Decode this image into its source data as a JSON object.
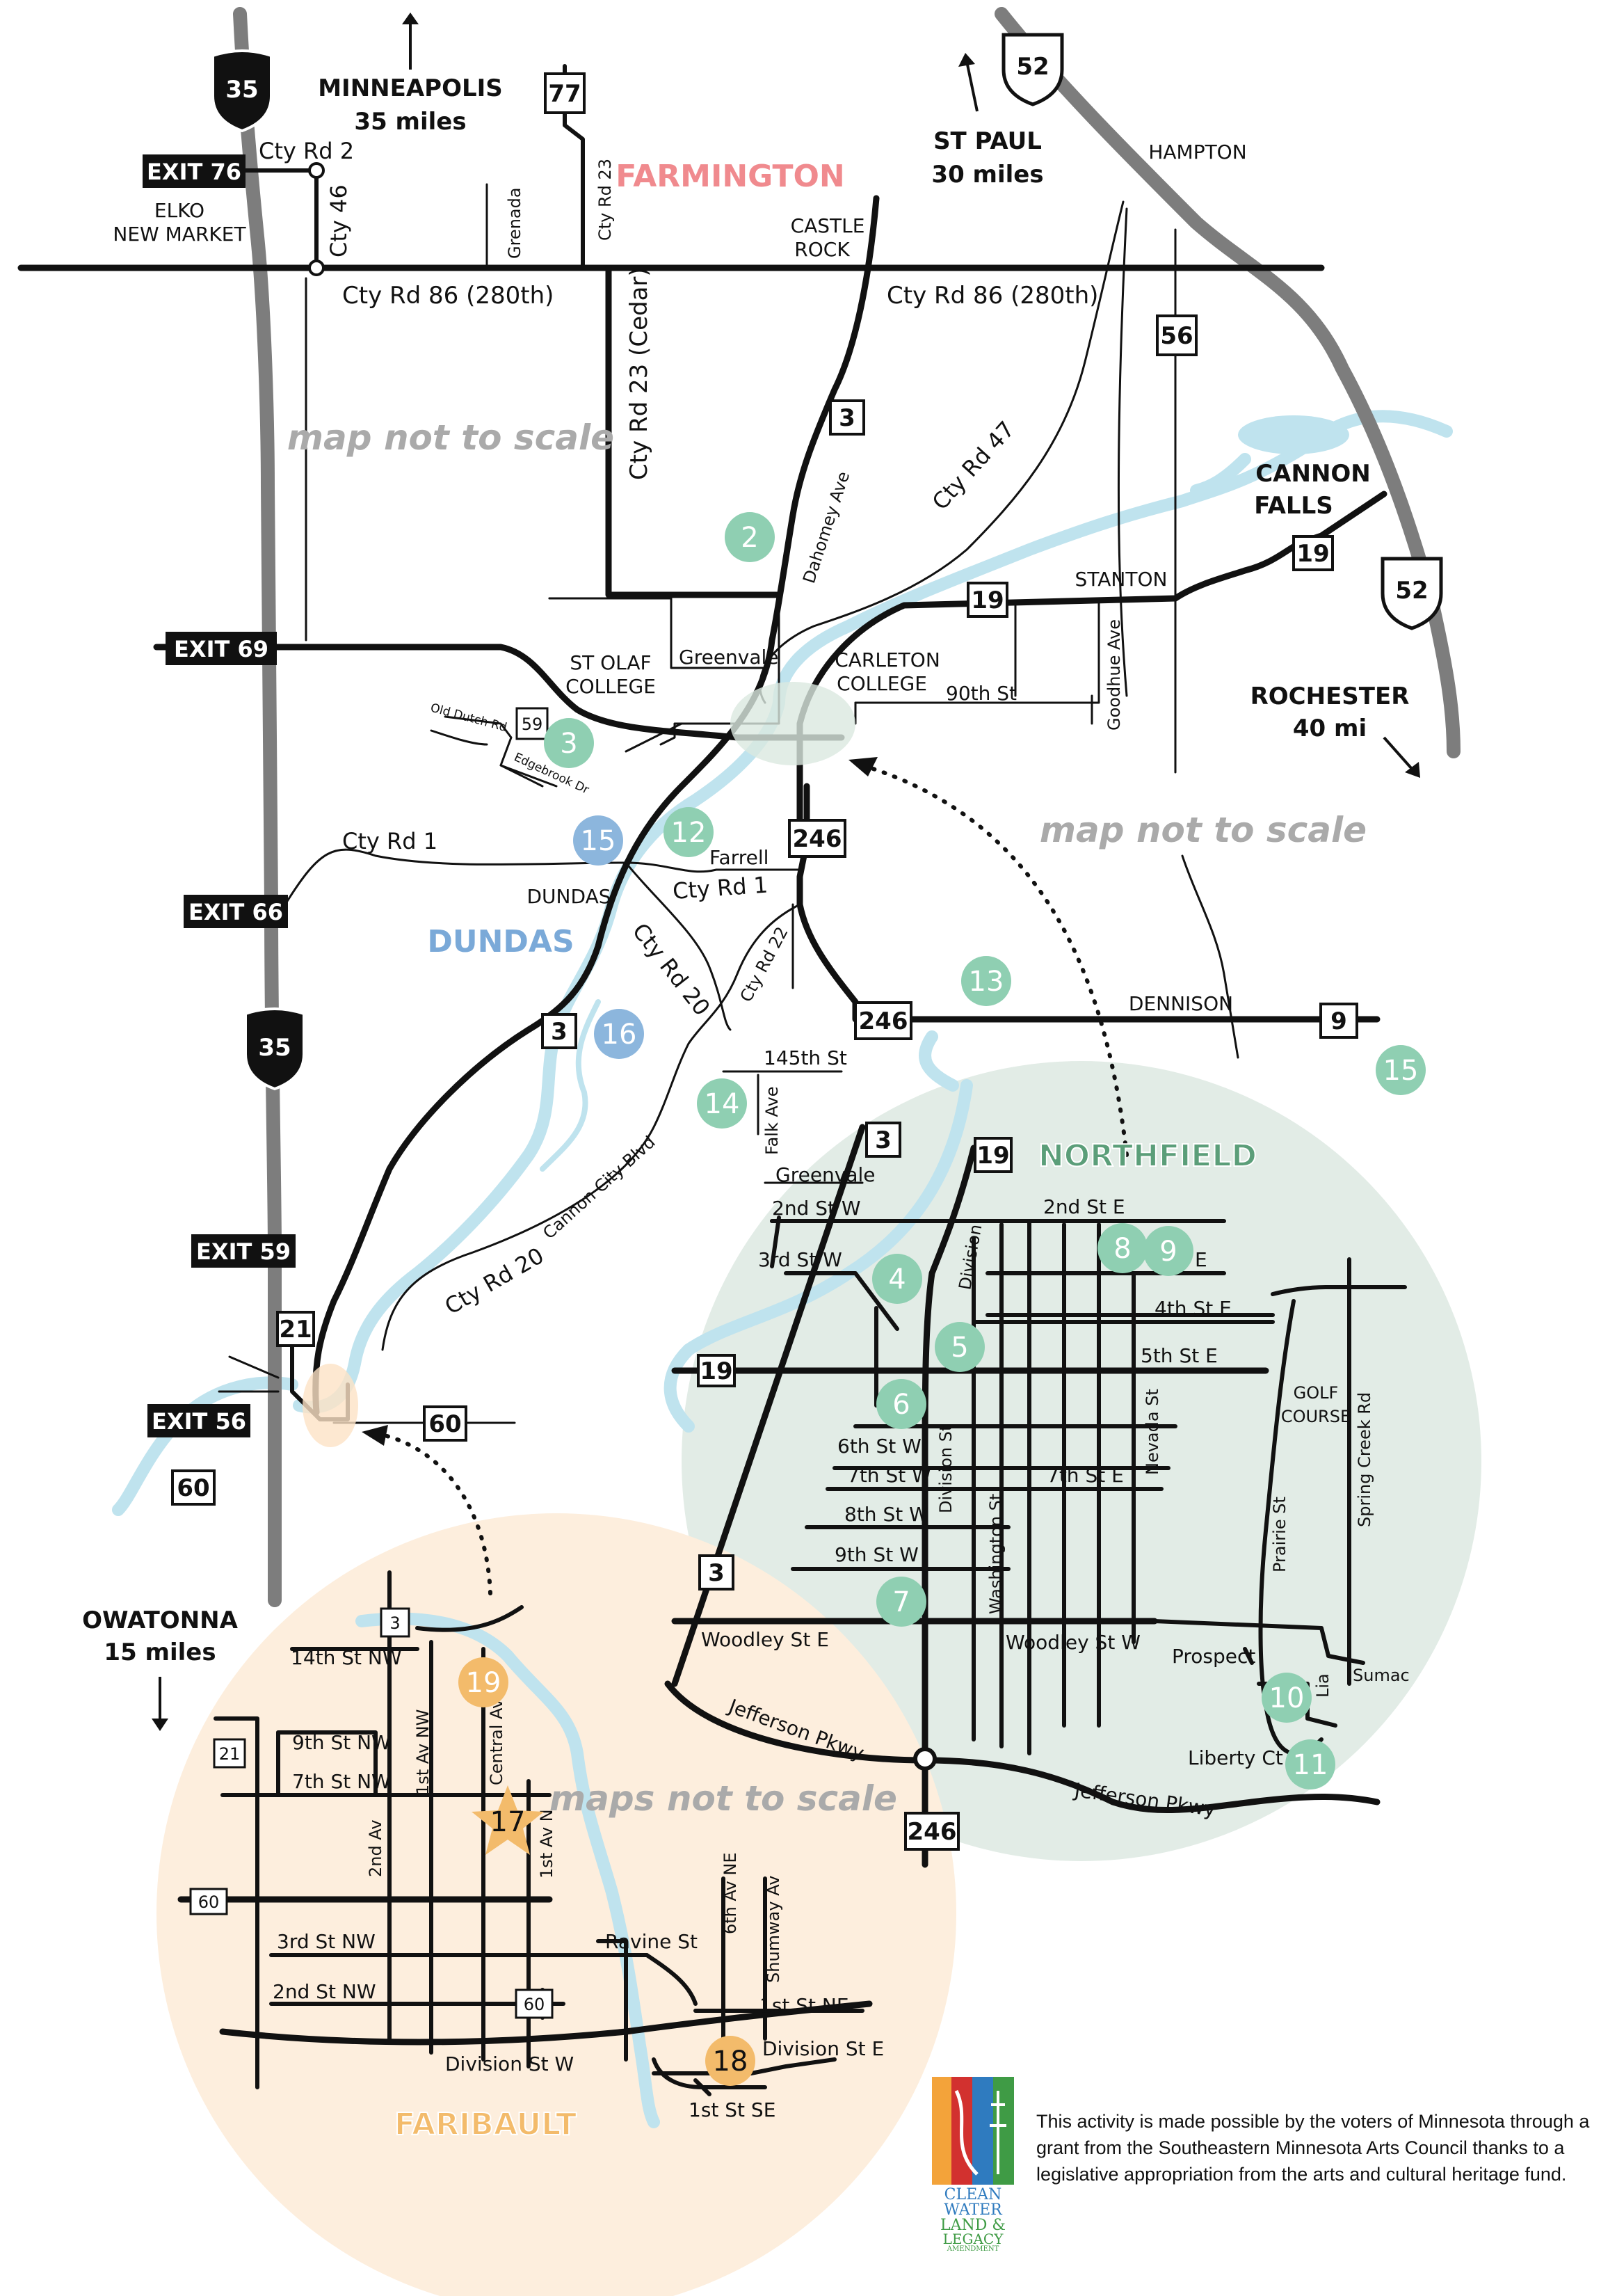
{
  "colors": {
    "northfield_circle": "#e2ece6",
    "faribault_circle": "#fdeedd",
    "river": "#bfe3ee",
    "poi_green": "#8fcfb2",
    "poi_blue": "#8cb6dd",
    "poi_orange": "#f3bb6b",
    "highway_gray": "#7d7d7d",
    "farmington_label": "#f08a8e",
    "dundas_label": "#7aa9d8"
  },
  "directions": {
    "minneapolis": {
      "name": "MINNEAPOLIS",
      "distance": "35 miles"
    },
    "st_paul": {
      "name": "ST PAUL",
      "distance": "30 miles"
    },
    "rochester": {
      "name": "ROCHESTER",
      "distance": "40 mi"
    },
    "owatonna": {
      "name": "OWATONNA",
      "distance": "15 miles"
    }
  },
  "cities": {
    "farmington": "FARMINGTON",
    "dundas": "DUNDAS",
    "northfield": "NORTHFIELD",
    "faribault": "FARIBAULT",
    "cannon_falls_1": "CANNON",
    "cannon_falls_2": "FALLS"
  },
  "scale_notes": {
    "top": "map not to scale",
    "middle": "map not to scale",
    "bottom": "maps not to scale"
  },
  "exits": [
    "EXIT 76",
    "EXIT 69",
    "EXIT 66",
    "EXIT 59",
    "EXIT 56"
  ],
  "interstates": [
    "35",
    "35",
    "52",
    "52"
  ],
  "shields": [
    "77",
    "56",
    "3",
    "19",
    "19",
    "59",
    "246",
    "246",
    "9",
    "3",
    "21",
    "60",
    "60",
    "3",
    "19",
    "19",
    "3",
    "246",
    "3",
    "21",
    "60",
    "60"
  ],
  "places": {
    "elko_1": "ELKO",
    "elko_2": "NEW MARKET",
    "castle_rock_1": "CASTLE",
    "castle_rock_2": "ROCK",
    "hampton": "HAMPTON",
    "stanton": "STANTON",
    "st_olaf_1": "ST OLAF",
    "st_olaf_2": "COLLEGE",
    "carleton_1": "CARLETON",
    "carleton_2": "COLLEGE",
    "dundas_small": "DUNDAS",
    "dennison": "DENNISON",
    "golf_1": "GOLF",
    "golf_2": "COURSE"
  },
  "roads_top": {
    "cty_rd_2": "Cty Rd 2",
    "cty_46": "Cty 46",
    "grenada": "Grenada",
    "cty_rd_23": "Cty Rd 23",
    "cty_rd_86_left": "Cty Rd 86 (280th)",
    "cty_rd_86_right": "Cty Rd 86 (280th)",
    "cty_rd_23_cedar": "Cty Rd 23 (Cedar)",
    "dahomey": "Dahomey Ave",
    "cty_rd_47": "Cty Rd 47",
    "greenvale": "Greenvale",
    "90th": "90th St",
    "goodhue": "Goodhue Ave",
    "old_dutch": "Old Dutch Rd",
    "edgebrook": "Edgebrook Dr",
    "cty_rd_1_a": "Cty Rd 1",
    "cty_rd_1_b": "Cty Rd 1",
    "farrell": "Farrell",
    "cty_rd_20_a": "Cty Rd 20",
    "cty_rd_22": "Cty Rd 22",
    "145th": "145th St",
    "falk": "Falk Ave",
    "cannon_city": "Cannon City Blvd",
    "cty_rd_20_b": "Cty Rd 20"
  },
  "roads_northfield": {
    "greenvale": "Greenvale",
    "2nd_w": "2nd St W",
    "2nd_e": "2nd St E",
    "3rd_w": "3rd St W",
    "e": "E",
    "division_upper": "Division",
    "4th_e": "4th St E",
    "5th_e": "5th St E",
    "6th_w": "6th St W",
    "7th_w": "7th St W",
    "7th_e": "7th St E",
    "8th_w": "8th St W",
    "9th_w": "9th St W",
    "nevada": "Nevada St",
    "division_st": "Division St",
    "washington": "Washington St",
    "prairie": "Prairie St",
    "spring_creek": "Spring Creek Rd",
    "woodley_e": "Woodley St E",
    "woodley_w": "Woodley St W",
    "prospect": "Prospect",
    "lia": "Lia",
    "sumac": "Sumac",
    "liberty": "Liberty Ct",
    "jefferson_a": "Jefferson Pkwy",
    "jefferson_b": "Jefferson Pkwy"
  },
  "roads_faribault": {
    "14th": "14th St NW",
    "9th": "9th St NW",
    "7th": "7th St NW",
    "central": "Central Av",
    "1st_av_nw": "1st Av NW",
    "1st_av_n": "1st Av N",
    "2nd_av": "2nd Av",
    "3rd_nw": "3rd St NW",
    "2nd_nw": "2nd St NW",
    "ravine": "Ravine St",
    "6th_ne": "6th Av NE",
    "shumway": "Shumway Av",
    "1st_ne": "1st St NE",
    "division_e": "Division St E",
    "division_w": "Division St W",
    "1st_se": "1st St SE"
  },
  "pois": [
    {
      "n": "2",
      "c": "green"
    },
    {
      "n": "3",
      "c": "green"
    },
    {
      "n": "12",
      "c": "green"
    },
    {
      "n": "15",
      "c": "blue"
    },
    {
      "n": "16",
      "c": "blue"
    },
    {
      "n": "13",
      "c": "green"
    },
    {
      "n": "14",
      "c": "green"
    },
    {
      "n": "15",
      "c": "green"
    },
    {
      "n": "4",
      "c": "green"
    },
    {
      "n": "5",
      "c": "green"
    },
    {
      "n": "6",
      "c": "green"
    },
    {
      "n": "7",
      "c": "green"
    },
    {
      "n": "8",
      "c": "green"
    },
    {
      "n": "9",
      "c": "green"
    },
    {
      "n": "10",
      "c": "green"
    },
    {
      "n": "11",
      "c": "green"
    },
    {
      "n": "19",
      "c": "orange"
    },
    {
      "n": "17",
      "c": "orange-star"
    },
    {
      "n": "18",
      "c": "orange"
    }
  ],
  "credit_text": "This activity is made possible by the voters of Minnesota through a grant from the Southeastern Minnesota Arts Council thanks to a legislative appropriation from the arts and cultural heritage fund.",
  "logo": {
    "line1": "CLEAN",
    "line2": "WATER",
    "line3": "LAND &",
    "line4": "LEGACY",
    "line5": "AMENDMENT"
  }
}
